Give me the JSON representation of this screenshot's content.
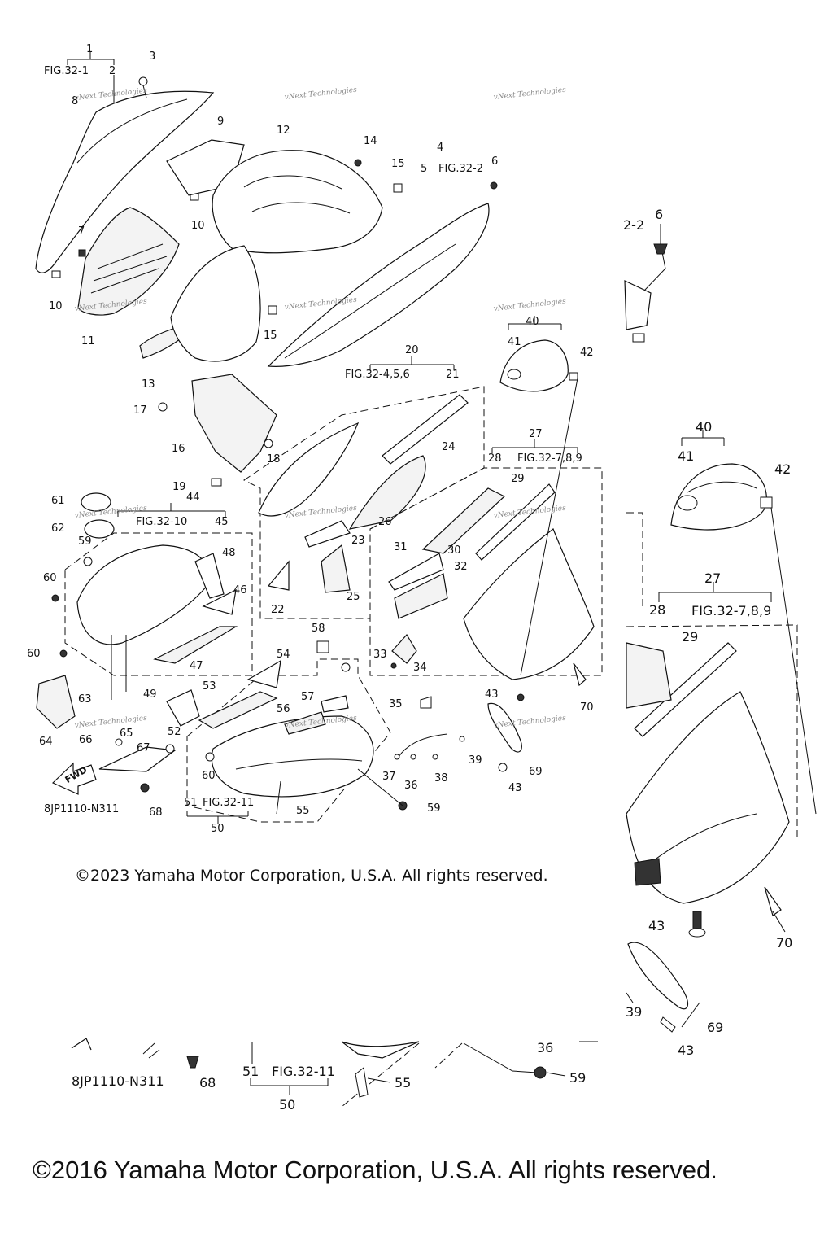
{
  "drawing": {
    "callouts": [
      {
        "id": "c1",
        "text": "1"
      },
      {
        "id": "c2",
        "text": "2"
      },
      {
        "id": "c3",
        "text": "3"
      },
      {
        "id": "c4",
        "text": "4"
      },
      {
        "id": "c5",
        "text": "5"
      },
      {
        "id": "c6",
        "text": "6"
      },
      {
        "id": "c7",
        "text": "7"
      },
      {
        "id": "c8",
        "text": "8"
      },
      {
        "id": "c9",
        "text": "9"
      },
      {
        "id": "c10a",
        "text": "10"
      },
      {
        "id": "c10b",
        "text": "10"
      },
      {
        "id": "c11",
        "text": "11"
      },
      {
        "id": "c12",
        "text": "12"
      },
      {
        "id": "c13",
        "text": "13"
      },
      {
        "id": "c14",
        "text": "14"
      },
      {
        "id": "c15a",
        "text": "15"
      },
      {
        "id": "c15b",
        "text": "15"
      },
      {
        "id": "c16",
        "text": "16"
      },
      {
        "id": "c17",
        "text": "17"
      },
      {
        "id": "c18",
        "text": "18"
      },
      {
        "id": "c19",
        "text": "19"
      },
      {
        "id": "c20",
        "text": "20"
      },
      {
        "id": "c21",
        "text": "21"
      },
      {
        "id": "c22",
        "text": "22"
      },
      {
        "id": "c23",
        "text": "23"
      },
      {
        "id": "c24",
        "text": "24"
      },
      {
        "id": "c25",
        "text": "25"
      },
      {
        "id": "c26",
        "text": "26"
      },
      {
        "id": "c27",
        "text": "27"
      },
      {
        "id": "c28",
        "text": "28"
      },
      {
        "id": "c29",
        "text": "29"
      },
      {
        "id": "c30",
        "text": "30"
      },
      {
        "id": "c31",
        "text": "31"
      },
      {
        "id": "c32",
        "text": "32"
      },
      {
        "id": "c33",
        "text": "33"
      },
      {
        "id": "c34",
        "text": "34"
      },
      {
        "id": "c35",
        "text": "35"
      },
      {
        "id": "c36",
        "text": "36"
      },
      {
        "id": "c37",
        "text": "37"
      },
      {
        "id": "c38",
        "text": "38"
      },
      {
        "id": "c39",
        "text": "39"
      },
      {
        "id": "c40",
        "text": "40"
      },
      {
        "id": "c41",
        "text": "41"
      },
      {
        "id": "c42",
        "text": "42"
      },
      {
        "id": "c43a",
        "text": "43"
      },
      {
        "id": "c43b",
        "text": "43"
      },
      {
        "id": "c44",
        "text": "44"
      },
      {
        "id": "c45",
        "text": "45"
      },
      {
        "id": "c46",
        "text": "46"
      },
      {
        "id": "c47",
        "text": "47"
      },
      {
        "id": "c48",
        "text": "48"
      },
      {
        "id": "c49",
        "text": "49"
      },
      {
        "id": "c50",
        "text": "50"
      },
      {
        "id": "c51",
        "text": "51"
      },
      {
        "id": "c52",
        "text": "52"
      },
      {
        "id": "c53",
        "text": "53"
      },
      {
        "id": "c54",
        "text": "54"
      },
      {
        "id": "c55",
        "text": "55"
      },
      {
        "id": "c56",
        "text": "56"
      },
      {
        "id": "c57",
        "text": "57"
      },
      {
        "id": "c58",
        "text": "58"
      },
      {
        "id": "c59a",
        "text": "59"
      },
      {
        "id": "c59b",
        "text": "59"
      },
      {
        "id": "c60a",
        "text": "60"
      },
      {
        "id": "c60b",
        "text": "60"
      },
      {
        "id": "c60c",
        "text": "60"
      },
      {
        "id": "c61",
        "text": "61"
      },
      {
        "id": "c62",
        "text": "62"
      },
      {
        "id": "c63",
        "text": "63"
      },
      {
        "id": "c64",
        "text": "64"
      },
      {
        "id": "c65",
        "text": "65"
      },
      {
        "id": "c66",
        "text": "66"
      },
      {
        "id": "c67",
        "text": "67"
      },
      {
        "id": "c68",
        "text": "68"
      },
      {
        "id": "c69",
        "text": "69"
      },
      {
        "id": "c70",
        "text": "70"
      }
    ],
    "fig_refs": {
      "f1": "FIG.32-1",
      "f4": "FIG.32-2",
      "f20": "FIG.32-4,5,6",
      "f27": "FIG.32-7,8,9",
      "f44": "FIG.32-10",
      "f50": "FIG.32-11"
    },
    "fwd_label": "FWD",
    "diagram_code": "8JP1110-N311",
    "watermark": "vNext Technologies",
    "copyright": "©2023 Yamaha Motor Corporation, U.S.A. All rights reserved."
  },
  "overlay": {
    "callouts": [
      {
        "id": "o6",
        "text": "6"
      },
      {
        "id": "o40",
        "text": "40"
      },
      {
        "id": "o41",
        "text": "41"
      },
      {
        "id": "o42",
        "text": "42"
      },
      {
        "id": "o27",
        "text": "27"
      },
      {
        "id": "o28",
        "text": "28"
      },
      {
        "id": "o29",
        "text": "29"
      },
      {
        "id": "o70",
        "text": "70"
      },
      {
        "id": "o43a",
        "text": "43"
      },
      {
        "id": "o39",
        "text": "39"
      },
      {
        "id": "o69",
        "text": "69"
      },
      {
        "id": "o43b",
        "text": "43"
      },
      {
        "id": "o36",
        "text": "36"
      },
      {
        "id": "o59",
        "text": "59"
      },
      {
        "id": "o68",
        "text": "68"
      },
      {
        "id": "o51",
        "text": "51"
      },
      {
        "id": "o50",
        "text": "50"
      },
      {
        "id": "o55",
        "text": "55"
      }
    ],
    "partial_ref": "2-2",
    "fig_ref_27": "FIG.32-7,8,9",
    "fig_ref_50": "FIG.32-11",
    "diagram_code": "8JP1110-N311",
    "copyright": "©2016 Yamaha Motor Corporation, U.S.A. All rights reserved."
  }
}
